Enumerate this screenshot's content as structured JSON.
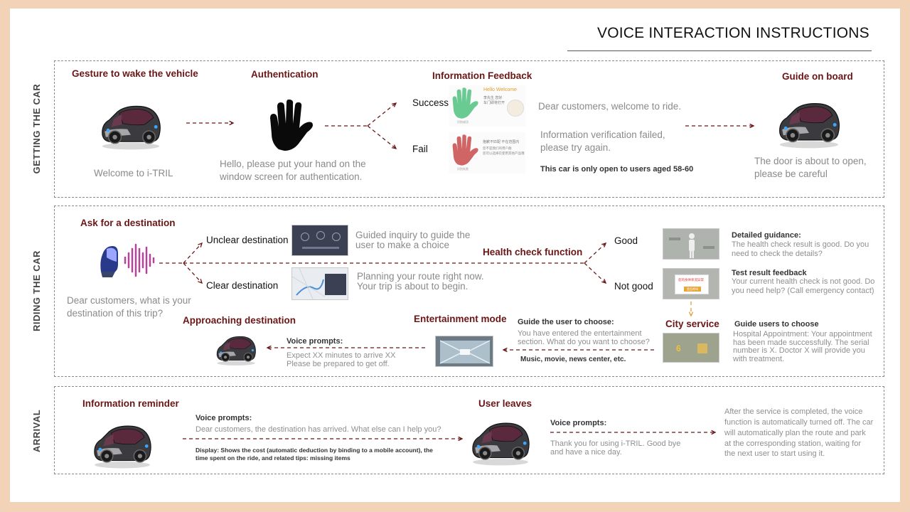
{
  "header": {
    "title": "VOICE INTERACTION INSTRUCTIONS"
  },
  "sections": {
    "getting": "GETTING THE CAR",
    "riding": "RIDING THE CAR",
    "arrival": "ARRIVAL"
  },
  "getting": {
    "wake": {
      "heading": "Gesture to wake the vehicle",
      "caption": "Welcome to i-TRIL"
    },
    "auth": {
      "heading": "Authentication",
      "caption": "Hello, please put your hand on the window screen for authentication."
    },
    "feedback": {
      "heading": "Information Feedback",
      "success_label": "Success",
      "fail_label": "Fail",
      "success_text": "Dear customers, welcome to ride.",
      "fail_text": "Information verification failed, please try again.",
      "fail_note": "This car is only open to users aged 58-60",
      "screen_welcome": "Hello Welcome",
      "screen_ok_1": "李先生 您好",
      "screen_ok_2": "车门即将打开",
      "screen_ok_foot": "识别成功",
      "screen_fail_1": "抱歉不匹配 不在范围内",
      "screen_fail_2": "您不是我们的用户群",
      "screen_fail_3": "您可以选择在使用其他产品哦",
      "screen_fail_foot": "识别失败"
    },
    "guide": {
      "heading": "Guide on board",
      "caption": "The door is about to open, please be careful"
    }
  },
  "riding": {
    "destination": {
      "heading": "Ask for a destination",
      "caption": "Dear customers, what is your destination of this trip?"
    },
    "unclear": {
      "label": "Unclear destination",
      "text": "Guided inquiry to guide the user to make a choice"
    },
    "clear": {
      "label": "Clear destination",
      "text": "Planning your route right now. Your trip is about to begin."
    },
    "health": {
      "heading": "Health check function",
      "good_label": "Good",
      "notgood_label": "Not good",
      "good_title": "Detailed guidance:",
      "good_text": "The health check result is good. Do you need to check the details?",
      "bad_title": "Test result feedback",
      "bad_text": "Your current health check is not good. Do you need help? (Call emergency contact)",
      "screen_alert": "您的身体状况异常",
      "screen_button": "是否呼叫"
    },
    "city": {
      "heading": "City service",
      "title": "Guide users to choose",
      "text": "Hospital Appointment: Your appointment has been made successfully. The serial number is X. Doctor X will provide you with treatment.",
      "screen_number": "6"
    },
    "entertainment": {
      "heading": "Entertainment mode",
      "title": "Guide the user to choose:",
      "text": "You have entered the entertainment section. What do you want to choose?",
      "note": "Music, movie, news center, etc."
    },
    "approaching": {
      "heading": "Approaching destination",
      "title": "Voice prompts:",
      "text": "Expect XX minutes to arrive XX Please be prepared to get off."
    }
  },
  "arrival": {
    "reminder": {
      "heading": "Information reminder",
      "title": "Voice prompts:",
      "text": "Dear customers, the destination has arrived. What else can I help you?",
      "display": "Display: Shows the cost (automatic deduction by binding to a mobile account), the time spent on the ride, and related tips: missing items"
    },
    "leaves": {
      "heading": "User leaves",
      "title": "Voice prompts:",
      "text": "Thank you for using i-TRIL. Good bye and have a nice day."
    },
    "final": "After the service is completed, the voice function is automatically turned off. The car will automatically plan the route and park at the corresponding station, waiting for the next user to start using it."
  },
  "colors": {
    "background": "#f2d3b8",
    "heading": "#6b1616",
    "arrow": "#6b1616",
    "orange_arrow": "#e59a3a",
    "body_gray": "#8a8a8a",
    "success_hand": "#4fc27e",
    "fail_hand": "#c84a4a",
    "voice_wave": "#b0459a"
  }
}
